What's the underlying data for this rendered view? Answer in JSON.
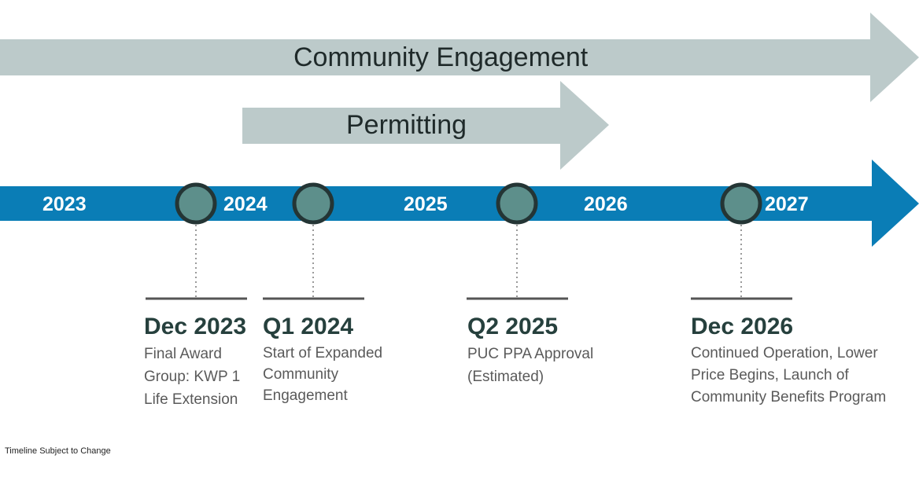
{
  "arrows": {
    "community": "Community Engagement",
    "permitting": "Permitting"
  },
  "years": [
    "2023",
    "2024",
    "2025",
    "2026",
    "2027"
  ],
  "milestones": [
    {
      "title": "Dec 2023",
      "desc": "Final Award Group: KWP 1 Life Extension"
    },
    {
      "title": "Q1 2024",
      "desc": "Start of  Expanded Community Engagement"
    },
    {
      "title": "Q2 2025",
      "desc": "PUC PPA Approval (Estimated)"
    },
    {
      "title": "Dec 2026",
      "desc": "Continued Operation, Lower Price Begins, Launch of Community Benefits Program"
    }
  ],
  "footnote": "Timeline Subject to Change",
  "colors": {
    "grey_arrow": "#bccaca",
    "timeline": "#0a7db6",
    "node_fill": "#5d8f8b",
    "node_ring": "#243535",
    "bracket": "#555555",
    "connector": "#9a9a9a"
  }
}
